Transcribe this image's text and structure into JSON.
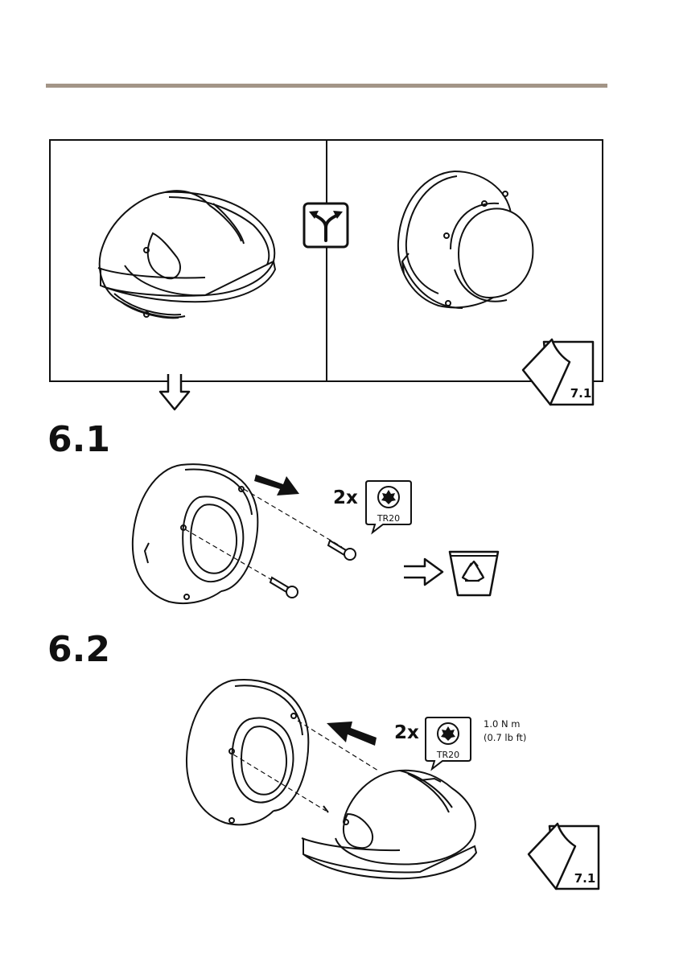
{
  "steps": {
    "s61": "6.1",
    "s62": "6.2"
  },
  "step61": {
    "screw_count": "2x",
    "bit": "TR20"
  },
  "step62": {
    "screw_count": "2x",
    "bit": "TR20",
    "torque_nm": "1.0 N m",
    "torque_lbft": "(0.7 lb ft)"
  },
  "page_refs": {
    "top": "7.1",
    "bottom": "7.1"
  },
  "icons": {
    "choice": "split-arrow-icon",
    "recycle": "recycle-bin-icon",
    "next": "hollow-arrow-icon",
    "torx": "torx-bit-icon",
    "page_ref": "page-reference-icon"
  },
  "colors": {
    "rule": "#a39587",
    "line": "#111111"
  }
}
